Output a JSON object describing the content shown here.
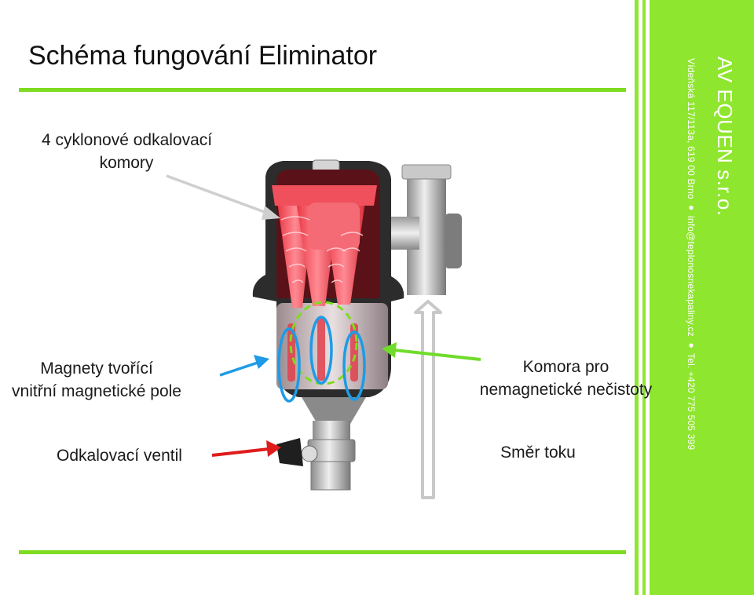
{
  "slide": {
    "title": "Schéma fungování Eliminator",
    "labels": {
      "chambers_line1": "4 cyklonové odkalovací",
      "chambers_line2": "komory",
      "magnets_line1": "Magnety tvořící",
      "magnets_line2": "vnitřní magnetické pole",
      "valve": "Odkalovací ventil",
      "chamber_line1": "Komora pro",
      "chamber_line2": "nemagnetické nečistoty",
      "flow": "Směr toku"
    }
  },
  "sidebar": {
    "company": "AV EQUEN s.r.o.",
    "address": "Vídeňská 117/113a, 619 00 Brno  ●  info@teplonosnekapaliny.cz  ●  Tel. +420 775 505 399"
  },
  "colors": {
    "accent_green": "#7ddc1f",
    "sidebar_green": "#8fe62e",
    "arrow_gray": "#c8c8c8",
    "arrow_blue": "#1e9be6",
    "arrow_red": "#e01b1b",
    "arrow_green": "#6fdc2a"
  }
}
